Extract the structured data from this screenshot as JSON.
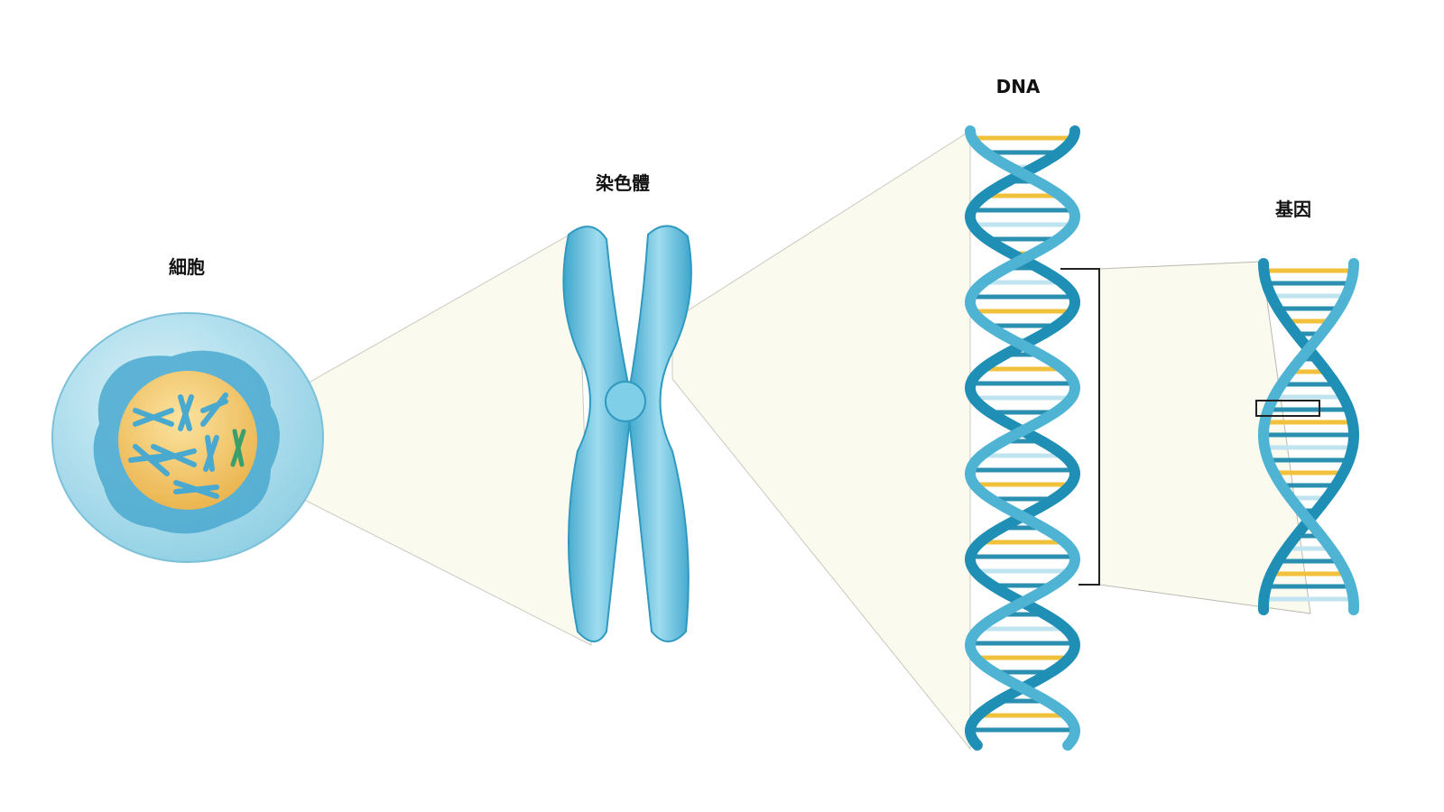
{
  "labels": {
    "cell": "細胞",
    "chromosome": "染色體",
    "dna": "DNA",
    "gene": "基因"
  },
  "colors": {
    "strand": "#4fb3d4",
    "strand_dark": "#1f8fb5",
    "base_yellow": "#f2c13c",
    "base_blue": "#2a8fb0",
    "base_light": "#bfe4f0",
    "cone_fill": "#fbfaee",
    "nucleus": "#f5c95c"
  }
}
